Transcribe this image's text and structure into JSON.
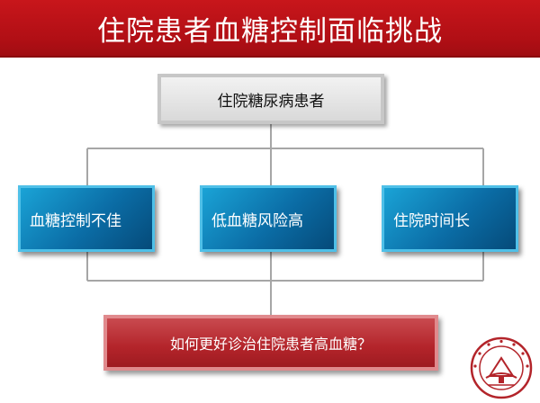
{
  "header": {
    "title": "住院患者血糖控制面临挑战"
  },
  "diagram": {
    "root": {
      "label": "住院糖尿病患者"
    },
    "challenges": [
      {
        "label": "血糖控制不佳"
      },
      {
        "label": "低血糖风险高"
      },
      {
        "label": "住院时间长"
      }
    ],
    "question": {
      "label": "如何更好诊治住院患者高血糖？"
    }
  },
  "colors": {
    "banner": "#c8161b",
    "challenge_box": "#0b6da6",
    "question_box": "#b3242a",
    "root_box": "#d9d9d9",
    "connector": "#a6a6a6"
  },
  "logo": {
    "icon": "university-seal-icon"
  }
}
